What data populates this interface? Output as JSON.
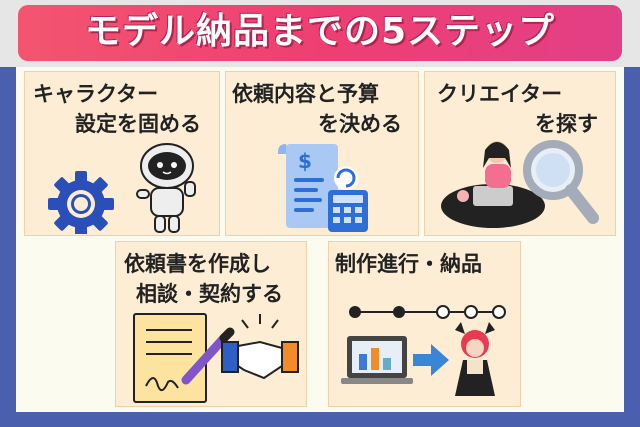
{
  "banner": {
    "title": "モデル納品までの5ステップ"
  },
  "steps": [
    {
      "line1": "キャラクター",
      "line2": "設定を固める"
    },
    {
      "line1": "依頼内容と予算",
      "line2": "を決める"
    },
    {
      "line1": "クリエイター",
      "line2": "を探す"
    },
    {
      "line1": "依頼書を作成し",
      "line2": "相談・契約する"
    },
    {
      "line1": "制作進行・納品"
    }
  ],
  "colors": {
    "frame": "#4a5fae",
    "banner": "#ee3f73",
    "card": "#fdedd5",
    "background": "#fbfbef"
  }
}
